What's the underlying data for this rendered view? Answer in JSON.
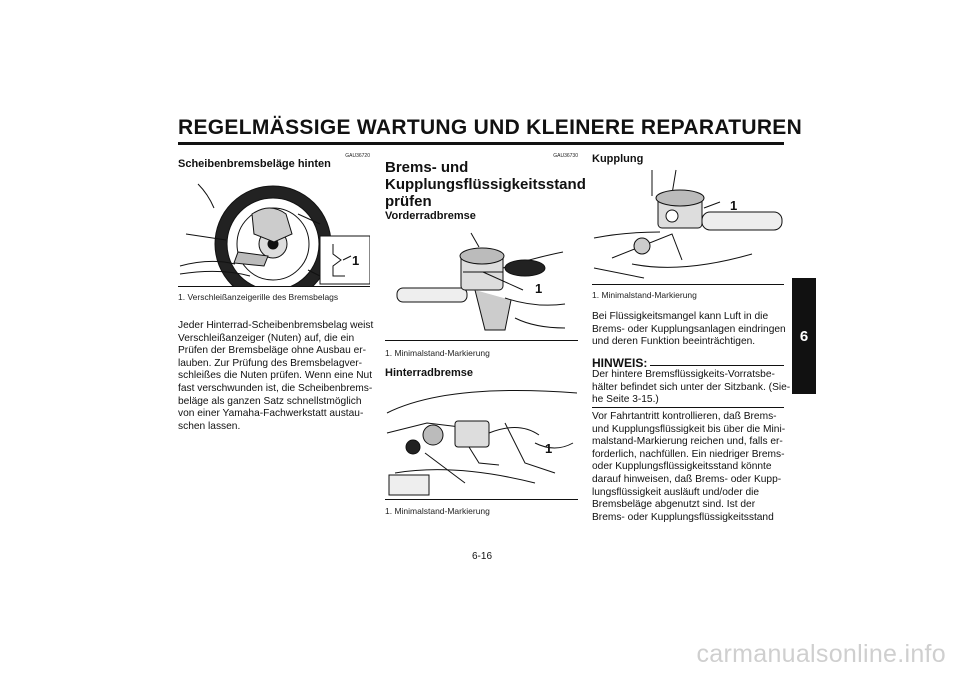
{
  "header": {
    "title": "REGELMÄSSIGE WARTUNG UND KLEINERE REPARATUREN"
  },
  "chapter_tab": "6",
  "col1": {
    "code": "GAU36720",
    "heading": "Scheibenbremsbeläge hinten",
    "figure_label": "1",
    "caption": "1.  Verschleißanzeigerille des Bremsbelags",
    "body_lines": [
      "Jeder Hinterrad-Scheibenbremsbelag weist",
      "Verschleißanzeiger (Nuten) auf, die ein",
      "Prüfen der Bremsbeläge ohne Ausbau er-",
      "lauben. Zur Prüfung des Bremsbelagver-",
      "schleißes die Nuten prüfen. Wenn eine Nut",
      "fast verschwunden ist, die Scheibenbrems-",
      "beläge als ganzen Satz schnellstmöglich",
      "von einer Yamaha-Fachwerkstatt austau-",
      "schen lassen."
    ]
  },
  "col2": {
    "code": "GAU36730",
    "heading_lines": [
      "Brems- und",
      "Kupplungsflüssigkeitsstand",
      "prüfen"
    ],
    "front_heading": "Vorderradbremse",
    "front_label": "1",
    "front_caption": "1.  Minimalstand-Markierung",
    "rear_heading": "Hinterradbremse",
    "rear_label": "1",
    "rear_caption": "1.  Minimalstand-Markierung"
  },
  "col3": {
    "heading": "Kupplung",
    "figure_label": "1",
    "caption": "1.  Minimalstand-Markierung",
    "body_lines": [
      "Bei Flüssigkeitsmangel kann Luft in die",
      "Brems- oder Kupplungsanlagen eindringen",
      "und deren Funktion beeinträchtigen."
    ],
    "note_title": "HINWEIS:",
    "note_lines": [
      "Der hintere Bremsflüssigkeits-Vorratsbe-",
      "hälter befindet sich unter der Sitzbank. (Sie-",
      "he Seite 3-15.)"
    ],
    "after_lines": [
      "Vor Fahrtantritt kontrollieren, daß Brems-",
      "und Kupplungsflüssigkeit bis über die Mini-",
      "malstand-Markierung reichen und, falls er-",
      "forderlich, nachfüllen. Ein niedriger Brems-",
      "oder Kupplungsflüssigkeitsstand könnte",
      "darauf hinweisen, daß Brems- oder Kupp-",
      "lungsflüssigkeit ausläuft und/oder die",
      "Bremsbeläge abgenutzt sind. Ist der",
      "Brems- oder Kupplungsflüssigkeitsstand"
    ]
  },
  "page_number": "6-16",
  "watermark": "carmanualsonline.info"
}
